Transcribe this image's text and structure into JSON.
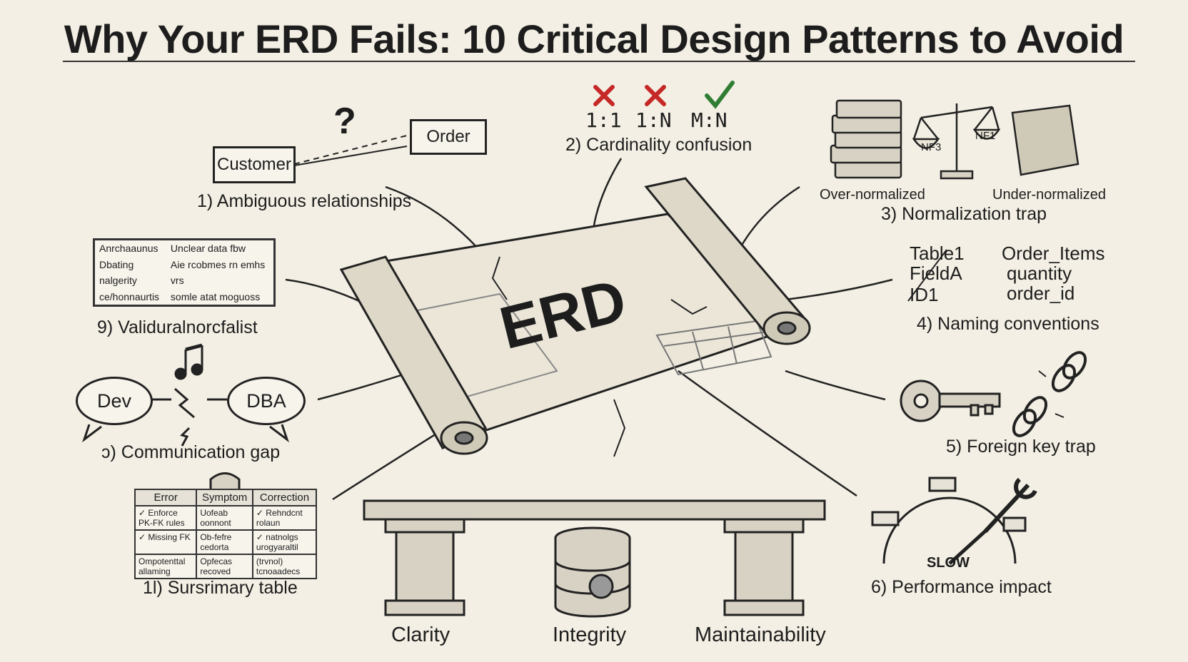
{
  "title": "Why Your ERD Fails: 10 Critical Design Patterns to Avoid",
  "center_label": "ERD",
  "p1": {
    "caption": "1) Ambiguous relationships",
    "entity_a": "Customer",
    "entity_b": "Order",
    "mark": "?"
  },
  "p2": {
    "caption": "2) Cardinality confusion",
    "options": [
      "1:1",
      "1:N",
      "M:N"
    ]
  },
  "p3": {
    "caption": "3) Normalization trap",
    "left": "Over-normalized",
    "right": "Under-normalized",
    "pan_left": "NF3",
    "pan_right": "NF1"
  },
  "p4": {
    "caption": "4) Naming conventions",
    "bad": [
      "Table1",
      "FieldA",
      "ID1"
    ],
    "good": [
      "Order_Items",
      "quantity",
      "order_id"
    ]
  },
  "p5": {
    "caption": "5) Foreign key trap"
  },
  "p6": {
    "caption": "6) Performance impact",
    "gauge": "SLOW"
  },
  "p7": {
    "caption": "ɔ) Communication gap",
    "left": "Dev",
    "right": "DBA"
  },
  "p9": {
    "caption": "9) Validuralnorcfalist",
    "rows": [
      [
        "Anrchaaunus",
        "Unclear data fbw"
      ],
      [
        "Dbating",
        "Aie rcobmes rn emhs"
      ],
      [
        "nalgerity",
        "vrs"
      ],
      [
        "ce/honnaurtis",
        "somle atat moguoss"
      ]
    ]
  },
  "p10": {
    "caption": "1l) Sursrimary table",
    "headers": [
      "Error",
      "Symptom",
      "Correction"
    ],
    "rows": [
      [
        "✓ Enforce PK-FK rules",
        "Uofeab oonnont",
        "✓ Rehndcnt rolaun"
      ],
      [
        "✓ Missing FK",
        "Ob-fefre cedorta",
        "✓ natnolgs urogyaraltil"
      ],
      [
        "Ompotenttal allaming",
        "Opfecas recoved",
        "(trvnol) tcnoaadecs"
      ]
    ]
  },
  "pillars": [
    "Clarity",
    "Integrity",
    "Maintainability"
  ]
}
